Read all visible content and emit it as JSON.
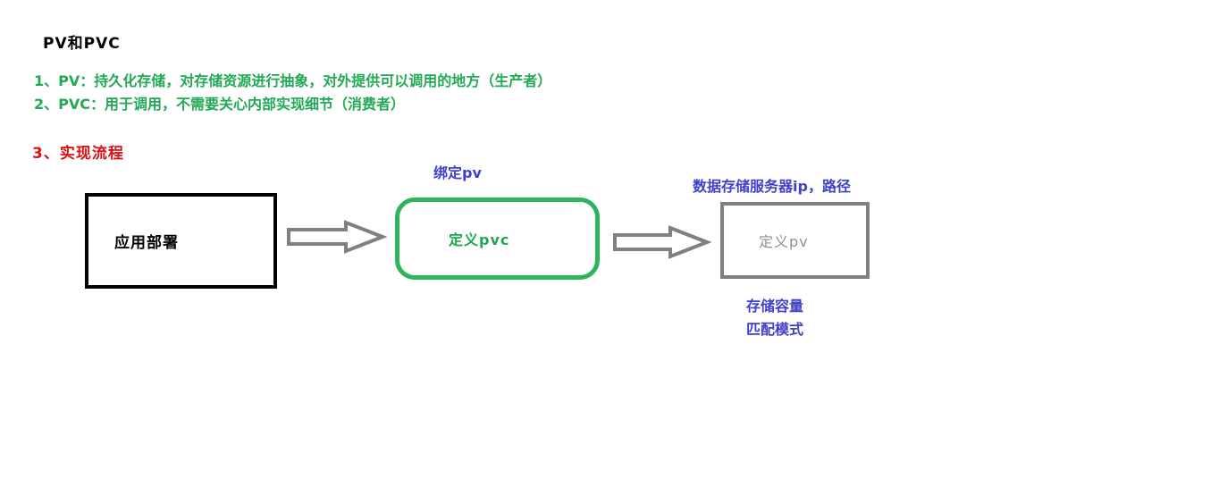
{
  "title": "PV和PVC",
  "notes": [
    {
      "id": "pv",
      "text": "1、PV：持久化存储，对存储资源进行抽象，对外提供可以调用的地方（生产者）"
    },
    {
      "id": "pvc",
      "text": "2、PVC：用于调用，不需要关心内部实现细节（消费者）"
    }
  ],
  "section_heading": "3、实现流程",
  "flow": {
    "nodes": [
      {
        "id": "app-deploy",
        "label": "应用部署",
        "shape": "rectangle",
        "border_color": "#000000"
      },
      {
        "id": "define-pvc",
        "label": "定义pvc",
        "shape": "rounded-rectangle",
        "border_color": "#2db45c"
      },
      {
        "id": "define-pv",
        "label": "定义pv",
        "shape": "rectangle",
        "border_color": "#808080"
      }
    ],
    "connectors": [
      {
        "id": "arrow-1",
        "from": "app-deploy",
        "to": "define-pvc",
        "style": "outlined-block-arrow",
        "color": "#808080"
      },
      {
        "id": "arrow-2",
        "from": "define-pvc",
        "to": "define-pv",
        "style": "outlined-block-arrow",
        "color": "#808080"
      }
    ],
    "labels": {
      "bind_pv": "绑定pv",
      "storage_server": "数据存储服务器ip，路径",
      "capacity": "存储容量",
      "match_mode": "匹配模式"
    }
  },
  "colors": {
    "background": "#ffffff",
    "title_black": "#000000",
    "note_green": "#22a955",
    "heading_red": "#dd1111",
    "label_blue": "#4040cc",
    "shape_gray": "#808080",
    "pvc_green": "#2db45c"
  }
}
